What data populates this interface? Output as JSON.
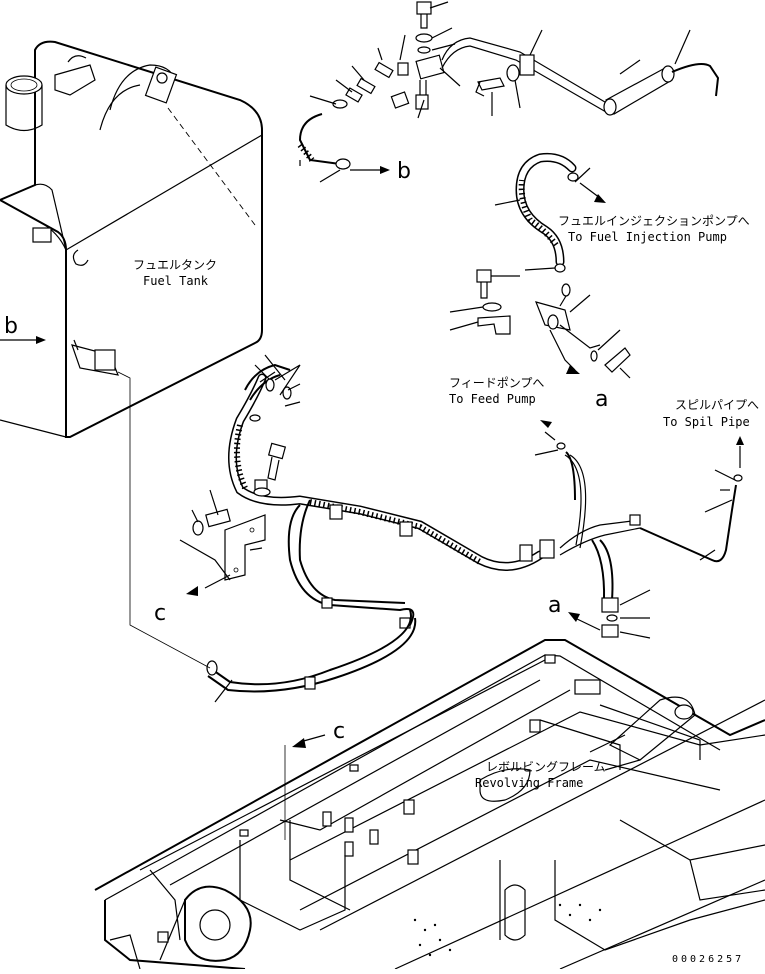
{
  "labels": {
    "fuel_tank_jp": "フュエルタンク",
    "fuel_tank_en": "Fuel Tank",
    "injection_jp": "フュエルインジェクションポンプへ",
    "injection_en": "To Fuel Injection Pump",
    "feed_jp": "フィードポンプへ",
    "feed_en": "To Feed Pump",
    "spill_jp": "スピルパイプへ",
    "spill_en": "To Spil Pipe",
    "frame_jp": "レボルビングフレーム",
    "frame_en": "Revolving Frame"
  },
  "markers": {
    "b": "b",
    "a": "a",
    "c": "c"
  },
  "reference_number": "00026257"
}
